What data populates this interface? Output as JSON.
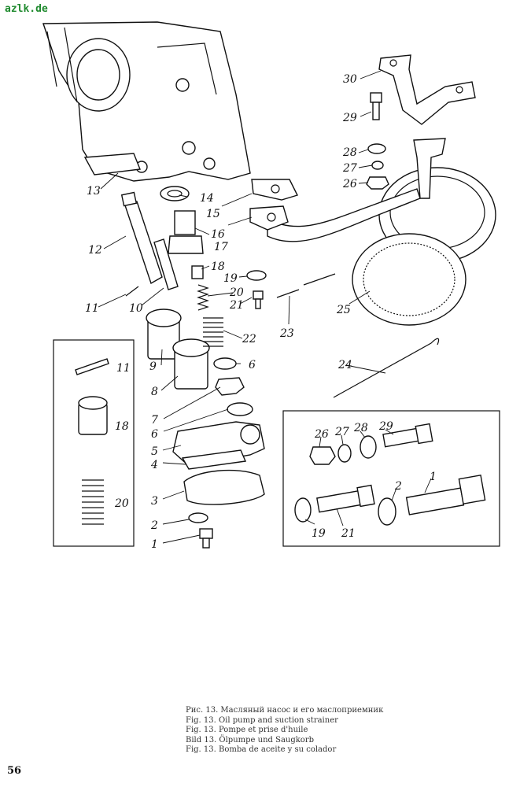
{
  "watermark": "azlk.de",
  "page_number": "56",
  "caption": [
    "Рис. 13. Масляный насос и его маслоприемник",
    "Fig. 13. Oil pump and suction strainer",
    "Fig. 13. Pompe et prise d'huile",
    "Bild 13. Ölpumpe und Saugkorb",
    "Fig. 13. Bomba de aceite y su colador"
  ],
  "callouts": {
    "c30": "30",
    "c29": "29",
    "c28": "28",
    "c27": "27",
    "c26": "26",
    "c13": "13",
    "c14": "14",
    "c15": "15",
    "c16": "16",
    "c17": "17",
    "c12": "12",
    "c18": "18",
    "c19": "19",
    "c20": "20",
    "c21": "21",
    "c11": "11",
    "c10": "10",
    "c23": "23",
    "c25": "25",
    "c22": "22",
    "c9": "9",
    "c6a": "6",
    "c8": "8",
    "c24": "24",
    "c7": "7",
    "c6b": "6",
    "c5": "5",
    "c4": "4",
    "c3": "3",
    "c2": "2",
    "c1": "1",
    "i11": "11",
    "i18": "18",
    "i20": "20",
    "h26": "26",
    "h27": "27",
    "h28": "28",
    "h29": "29",
    "h2": "2",
    "h1": "1",
    "h19": "19",
    "h21": "21"
  }
}
